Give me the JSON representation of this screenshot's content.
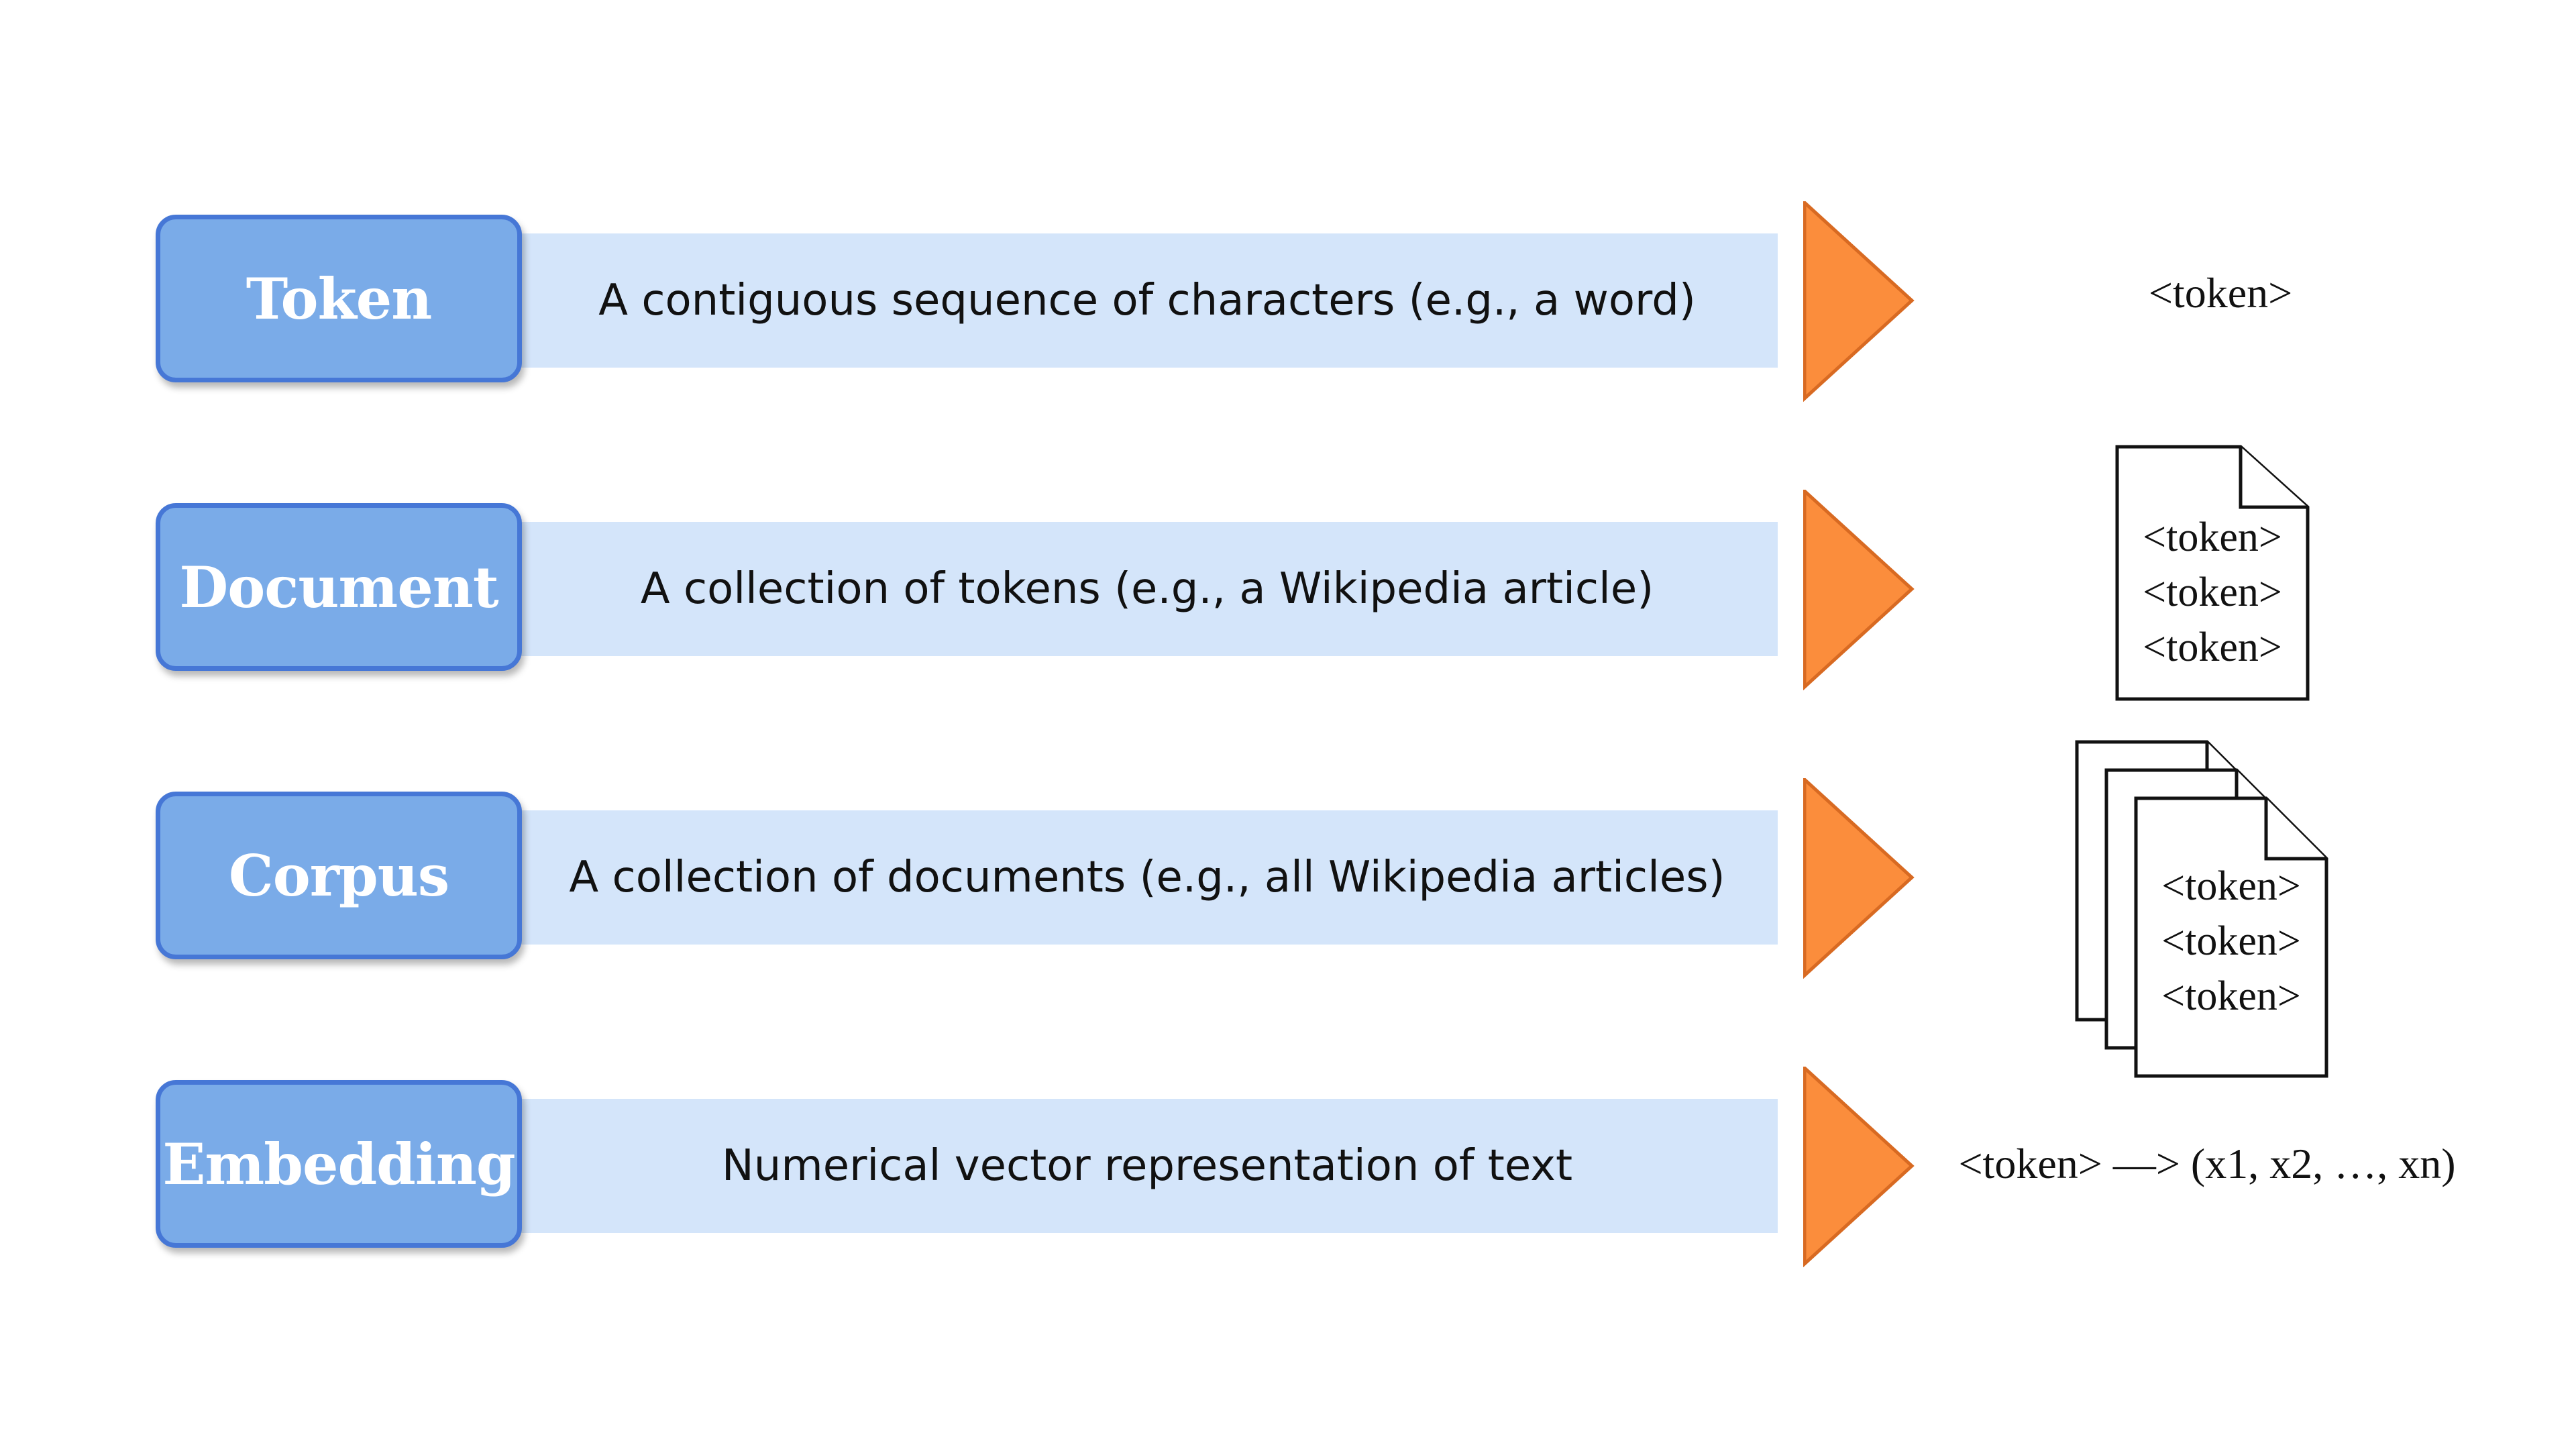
{
  "rows": [
    {
      "term": "Token",
      "definition": "A contiguous sequence of characters (e.g., a word)",
      "illustration": {
        "type": "text",
        "text": "<token>"
      }
    },
    {
      "term": "Document",
      "definition": "A collection of tokens (e.g., a Wikipedia article)",
      "illustration": {
        "type": "document",
        "lines": [
          "<token>",
          "<token>",
          "<token>"
        ]
      }
    },
    {
      "term": "Corpus",
      "definition": "A collection of documents (e.g., all Wikipedia articles)",
      "illustration": {
        "type": "document-stack",
        "lines": [
          "<token>",
          "<token>",
          "<token>"
        ]
      }
    },
    {
      "term": "Embedding",
      "definition": "Numerical vector representation of text",
      "illustration": {
        "type": "text",
        "text": "<token> —> (x1, x2, …, xn)"
      }
    }
  ],
  "colors": {
    "term_fill": "#7aabe8",
    "term_border": "#4677d6",
    "band_fill": "#d4e5fa",
    "arrow_fill": "#fb8d3c",
    "arrow_stroke": "#d86a22"
  }
}
